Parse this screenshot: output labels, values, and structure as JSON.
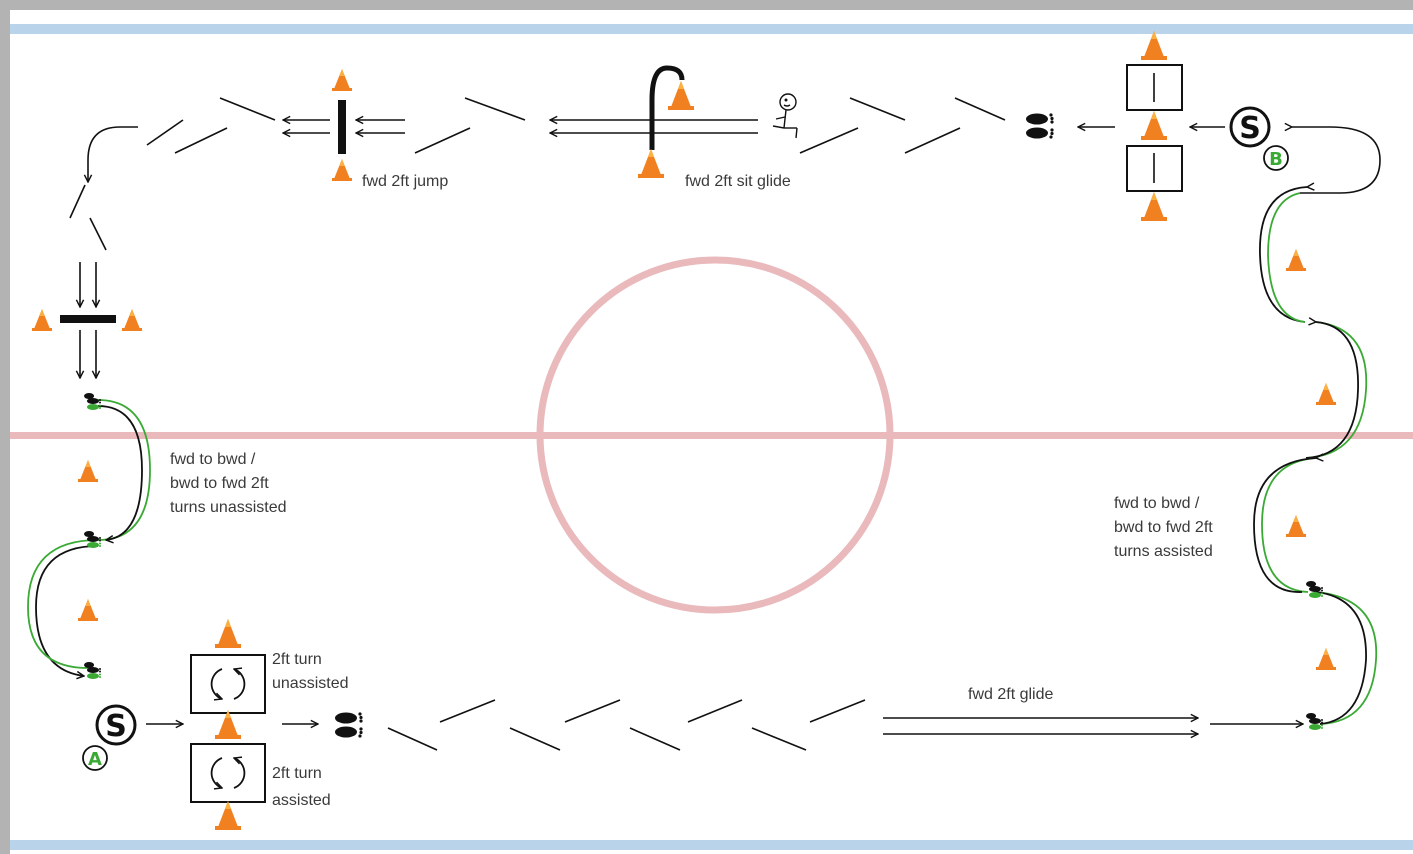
{
  "colors": {
    "border": "#b3b3b3",
    "blue_line": "#b8d3ea",
    "center_red": "#e9b9bc",
    "ink": "#111111",
    "cone": "#f08020",
    "green": "#3aaa35",
    "text": "#3a3a3a"
  },
  "stations": {
    "start_a": {
      "symbol": "S",
      "badge": "A"
    },
    "start_b": {
      "symbol": "S",
      "badge": "B"
    }
  },
  "labels": {
    "jump": "fwd 2ft jump",
    "sit_glide": "fwd 2ft sit glide",
    "turns_unassisted": [
      "fwd to bwd /",
      "bwd to fwd 2ft",
      "turns unassisted"
    ],
    "turns_assisted": [
      "fwd to bwd /",
      "bwd to fwd 2ft",
      "turns assisted"
    ],
    "turn_unassisted": [
      "2ft turn",
      "unassisted"
    ],
    "turn_assisted": [
      "2ft turn",
      "assisted"
    ],
    "glide": "fwd 2ft glide"
  },
  "icons": [
    "cone-icon",
    "footprints-icon",
    "rotate-arrows-icon",
    "stick-figure-icon",
    "start-icon"
  ]
}
